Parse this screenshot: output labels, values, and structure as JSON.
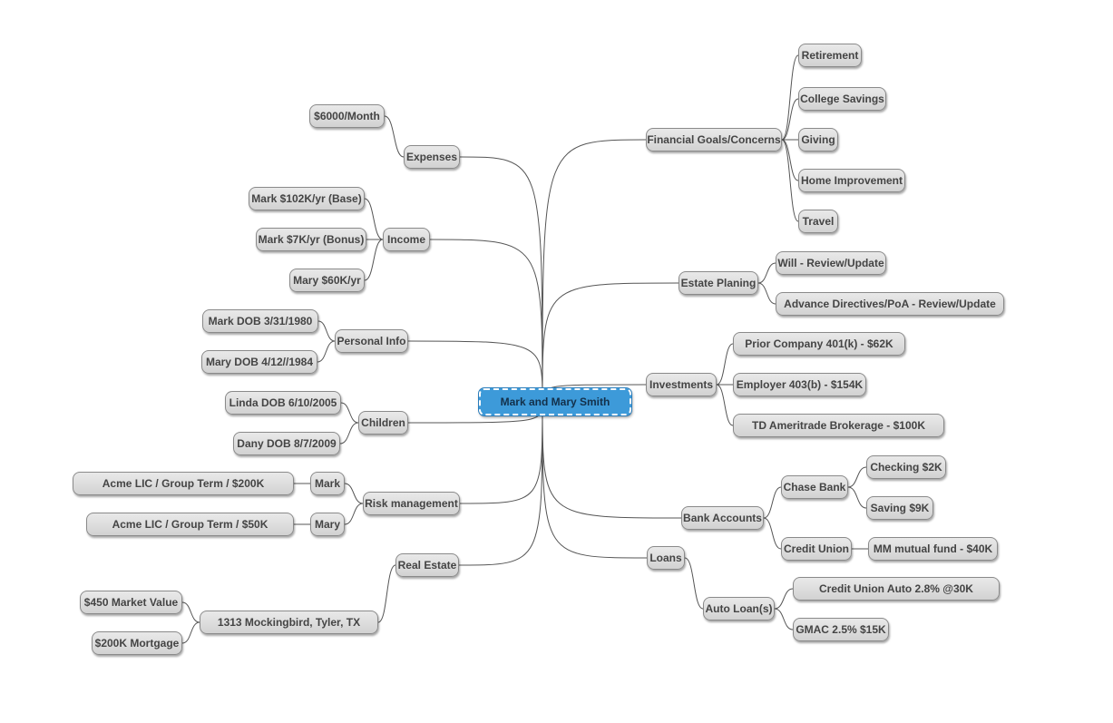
{
  "mindmap": {
    "root": "Mark and Mary Smith",
    "branches": {
      "expenses": {
        "label": "Expenses",
        "children": [
          "$6000/Month"
        ]
      },
      "income": {
        "label": "Income",
        "children": [
          "Mark $102K/yr (Base)",
          "Mark $7K/yr (Bonus)",
          "Mary $60K/yr"
        ]
      },
      "personal_info": {
        "label": "Personal Info",
        "children": [
          "Mark DOB 3/31/1980",
          "Mary DOB 4/12//1984"
        ]
      },
      "children": {
        "label": "Children",
        "children": [
          "Linda DOB 6/10/2005",
          "Dany DOB 8/7/2009"
        ]
      },
      "risk_management": {
        "label": "Risk management",
        "mark": {
          "label": "Mark",
          "policy": "Acme LIC / Group Term / $200K"
        },
        "mary": {
          "label": "Mary",
          "policy": "Acme LIC / Group Term / $50K"
        }
      },
      "real_estate": {
        "label": "Real Estate",
        "property": {
          "label": "1313 Mockingbird, Tyler, TX",
          "children": [
            "$450 Market Value",
            "$200K Mortgage"
          ]
        }
      },
      "financial_goals": {
        "label": "Financial Goals/Concerns",
        "children": [
          "Retirement",
          "College Savings",
          "Giving",
          "Home Improvement",
          "Travel"
        ]
      },
      "estate_planning": {
        "label": "Estate Planing",
        "children": [
          "Will - Review/Update",
          "Advance Directives/PoA - Review/Update"
        ]
      },
      "investments": {
        "label": "Investments",
        "children": [
          "Prior Company 401(k) - $62K",
          "Employer 403(b) - $154K",
          "TD Ameritrade Brokerage - $100K"
        ]
      },
      "bank_accounts": {
        "label": "Bank Accounts",
        "chase": {
          "label": "Chase Bank",
          "children": [
            "Checking $2K",
            "Saving $9K"
          ]
        },
        "credit_union": {
          "label": "Credit Union",
          "children": [
            "MM mutual fund - $40K"
          ]
        }
      },
      "loans": {
        "label": "Loans",
        "auto": {
          "label": "Auto Loan(s)",
          "children": [
            "Credit Union Auto 2.8% @30K",
            "GMAC 2.5% $15K"
          ]
        }
      }
    }
  },
  "colors": {
    "root_fill": "#3d9ad9",
    "node_fill": "#dddddd",
    "link": "#555555"
  }
}
